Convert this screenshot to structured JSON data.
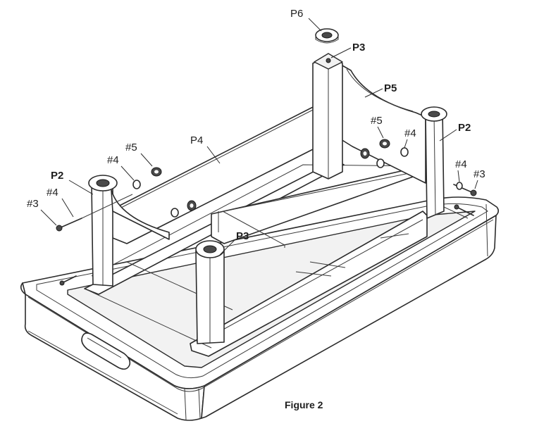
{
  "figure": {
    "caption": "Figure 2"
  },
  "labels": {
    "p6": "P6",
    "p3_top": "P3",
    "p5": "P5",
    "p2_right": "P2",
    "hw5_right": "#5",
    "hw4_right_upper": "#4",
    "hw4_right_lower": "#4",
    "hw3_right": "#3",
    "p4": "P4",
    "hw5_left": "#5",
    "hw4_left_upper": "#4",
    "p2_left": "P2",
    "hw4_left_lower": "#4",
    "hw3_left": "#3",
    "p3_front": "P3"
  },
  "colors": {
    "line": "#2b2b2b",
    "background": "#ffffff"
  }
}
